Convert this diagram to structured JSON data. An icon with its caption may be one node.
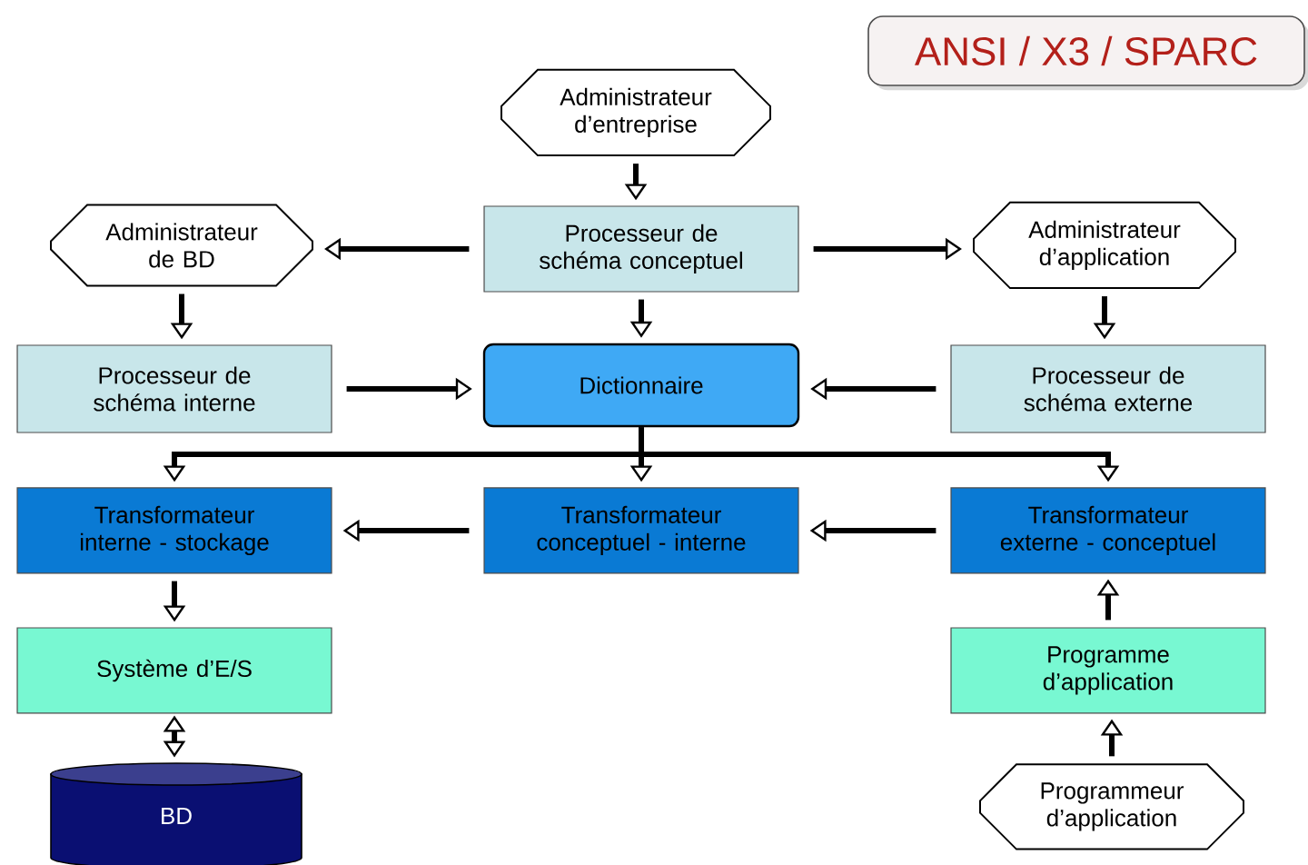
{
  "diagram": {
    "title": "ANSI / X3 / SPARC",
    "nodes": [
      {
        "text": [
          "Administrateur d’entreprise"
        ]
      },
      {
        "text": [
          "Administrateur de BD"
        ]
      },
      {
        "text": [
          "Processeur de schéma conceptuel"
        ]
      },
      {
        "text": [
          "Administrateur d’application"
        ]
      },
      {
        "text": [
          "Processeur de schéma interne"
        ]
      },
      {
        "text": [
          "Dictionnaire"
        ]
      },
      {
        "text": [
          "Processeur de schéma externe"
        ]
      },
      {
        "text": [
          "Transformateur interne - stockage"
        ]
      },
      {
        "text": [
          "Transformateur conceptuel - interne"
        ]
      },
      {
        "text": [
          "Transformateur externe - conceptuel"
        ]
      },
      {
        "text": [
          "Système d’E/S"
        ]
      },
      {
        "text": [
          "Programme d’application"
        ]
      },
      {
        "text": [
          "BD"
        ]
      },
      {
        "text": [
          "Programmeur d’application"
        ]
      }
    ],
    "edges": [
      {
        "from": 0,
        "to": 2,
        "arrow": "to"
      },
      {
        "from": 2,
        "to": 1,
        "arrow": "to"
      },
      {
        "from": 2,
        "to": 3,
        "arrow": "to"
      },
      {
        "from": 2,
        "to": 5,
        "arrow": "to"
      },
      {
        "from": 1,
        "to": 4,
        "arrow": "to"
      },
      {
        "from": 3,
        "to": 6,
        "arrow": "to"
      },
      {
        "from": 4,
        "to": 5,
        "arrow": "to"
      },
      {
        "from": 6,
        "to": 5,
        "arrow": "to"
      },
      {
        "from": 5,
        "to": 7,
        "arrow": "to"
      },
      {
        "from": 5,
        "to": 8,
        "arrow": "to"
      },
      {
        "from": 5,
        "to": 9,
        "arrow": "to"
      },
      {
        "from": 9,
        "to": 8,
        "arrow": "to"
      },
      {
        "from": 8,
        "to": 7,
        "arrow": "to"
      },
      {
        "from": 7,
        "to": 10,
        "arrow": "to"
      },
      {
        "from": 10,
        "to": 12,
        "arrow": "both"
      },
      {
        "from": 11,
        "to": 9,
        "arrow": "to"
      },
      {
        "from": 13,
        "to": 11,
        "arrow": "to"
      }
    ]
  }
}
